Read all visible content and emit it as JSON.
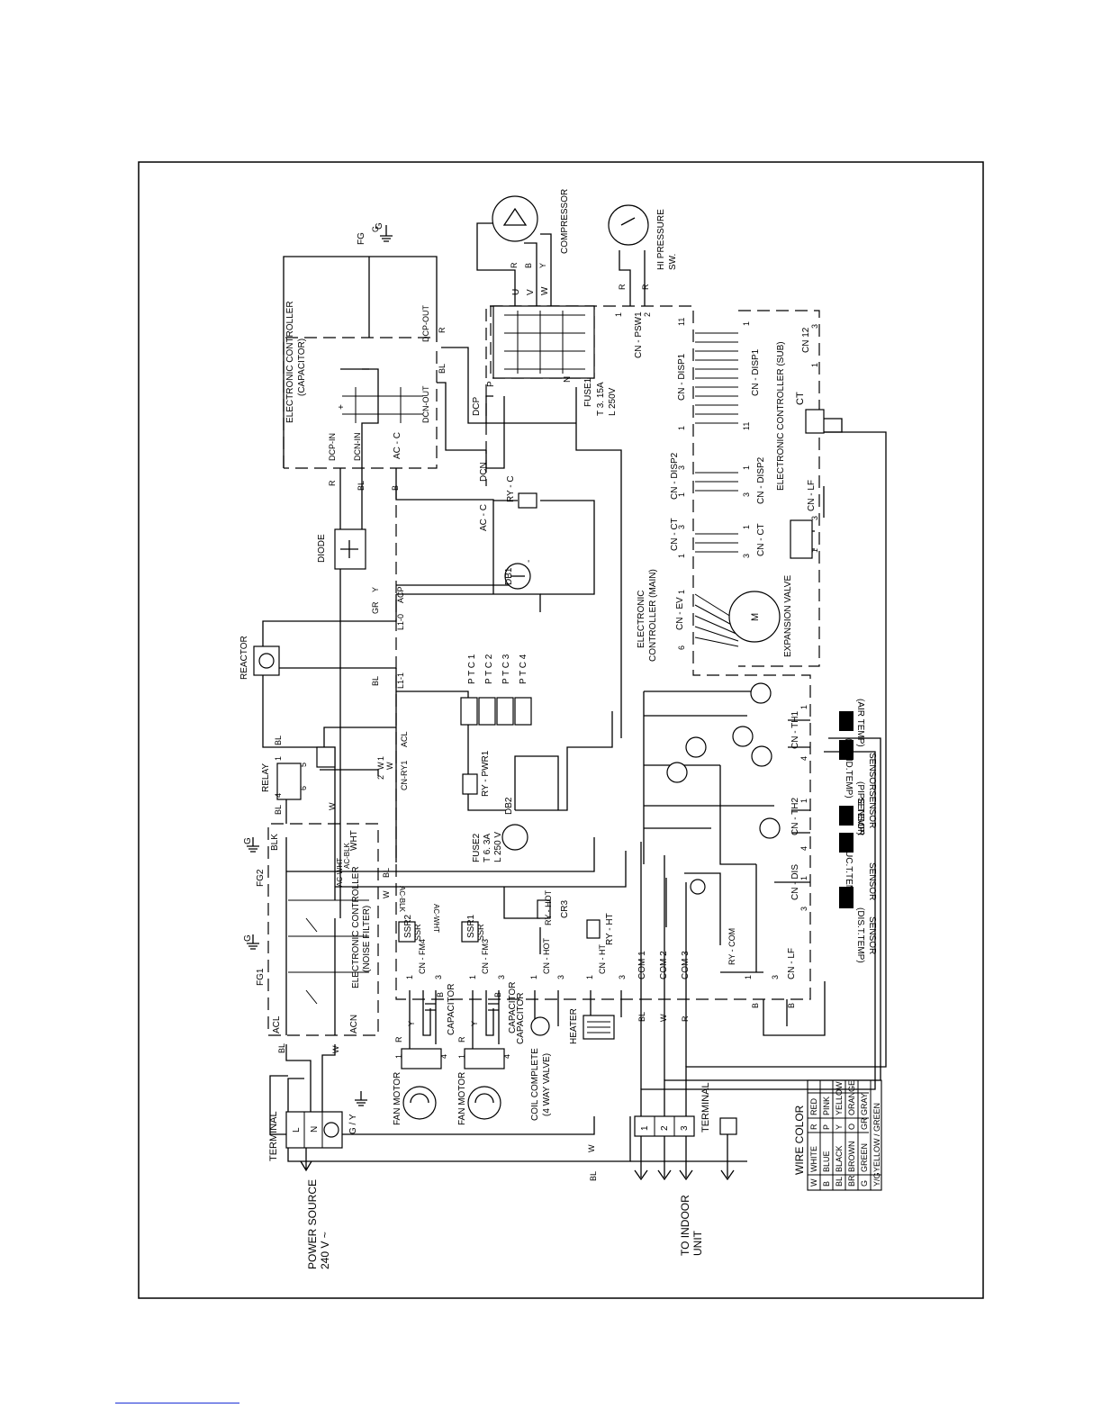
{
  "labels": {
    "power_source": "POWER SOURCE",
    "voltage": "240 V ~",
    "terminal_left": "TERMINAL",
    "terminal_right": "TERMINAL",
    "to_indoor": "TO INDOOR",
    "unit": "UNIT",
    "term_L": "L",
    "term_N": "N",
    "term_gy": "G / Y",
    "term_1": "1",
    "term_2": "2",
    "term_3": "3",
    "fan_motor_1": "FAN MOTOR",
    "fan_motor_2": "FAN MOTOR",
    "capacitor_1": "CAPACITOR",
    "capacitor_2": "CAPACITOR",
    "capacitor_3": "CAPACITOR",
    "coil_complete": "COIL COMPLETE",
    "four_way_valve": "(4 WAY VALVE)",
    "heater": "HEATER",
    "compressor": "COMPRESSOR",
    "hi_pressure": "HI PRESSURE",
    "sw": "SW.",
    "reactor": "REACTOR",
    "relay": "RELAY",
    "diode": "DIODE",
    "ec_capacitor": "ELECTRONIC CONTROLLER",
    "ec_capacitor_sub": "(CAPACITOR)",
    "ec_noise": "ELECTRONIC CONTROLLER",
    "ec_noise_sub": "(NOISE FILTER)",
    "ec_main": "ELECTRONIC",
    "ec_main_sub": "CONTROLLER (MAIN)",
    "ec_sub": "ELECTRONIC CONTROLLER (SUB)",
    "expansion_valve": "EXPANSION VALVE",
    "motor_m": "M",
    "fg": "FG",
    "fg1": "FG1",
    "fg2": "FG2",
    "g": "G",
    "acl": "ACL",
    "acn": "ACN",
    "ac_blk": "AC-BLK",
    "ac_wht": "AC-WHT",
    "blk": "BLK",
    "wht": "WHT",
    "dcp_in": "DCP-IN",
    "dcn_in": "DCN-IN",
    "dcp_out": "DCP-OUT",
    "dcn_out": "DCN-OUT",
    "ac_c": "AC - C",
    "ac_c2": "AC - C",
    "dcp": "DCP",
    "dcn": "DCN",
    "ry_c": "RY - C",
    "acp": "ACP",
    "l1_0": "L1-0",
    "l1_1": "L1-1",
    "db1": "DB1",
    "db2": "DB2",
    "fuse1": "FUSE1",
    "fuse1_rating": "T  3. 15A",
    "fuse1_v": "L  250V",
    "fuse2": "FUSE2",
    "fuse2_rating": "T  6. 3A",
    "fuse2_v": "L  250 V",
    "ptc1": "P T C 1",
    "ptc2": "P T C 2",
    "ptc3": "P T C 3",
    "ptc4": "P T C 4",
    "ry_pwr1": "RY - PWR1",
    "cn_ry1": "CN-RY1",
    "ssr1": "SSR1",
    "ssr2": "SSR2",
    "ssr": "SSR",
    "cn_fm4": "CN - FM4",
    "cn_fm3": "CN - FM3",
    "cn_hot": "CN - HOT",
    "cn_ht": "CN - HT",
    "ry_hot": "RY - HOT",
    "cr3": "CR3",
    "ry_ht": "RY - HT",
    "ry_com": "RY - COM",
    "com1": "COM 1",
    "com2": "COM 2",
    "com3": "COM 3",
    "cn_lf": "CN - LF",
    "cn_lf2": "CN - LF",
    "cn_dis": "CN - DIS",
    "cn_th1": "CN - TH1",
    "cn_th2": "CN - TH2",
    "cn_ev": "CN - EV",
    "cn_ct": "CN - CT",
    "cn_ct2": "CN - CT",
    "cn_disp2": "CN - DISP2",
    "cn_disp2b": "CN - DISP2",
    "cn_disp1": "CN - DISP1",
    "cn_disp1b": "CN - DISP1",
    "cn_psw1": "CN - PSW1",
    "cn12": "CN 12",
    "ct": "CT",
    "sensor_air": "SENSOR",
    "sensor_air_sub": "(AIR TEMP)",
    "sensor_cond": "SENSOR",
    "sensor_cond_sub": "(COND.TEMP)",
    "sensor_pipe": "SENSOR",
    "sensor_pipe_sub": "(PIPE TEMP)",
    "sensor_suc": "SENSOR",
    "sensor_suc_sub": "(SUC.T.TEMP)",
    "sensor_dis": "SENSOR",
    "sensor_dis_sub": "(DIS.T.TEMP)",
    "u": "U",
    "v": "V",
    "w": "W",
    "p": "P",
    "n": "N",
    "plus": "+",
    "minus": "-"
  },
  "wires": {
    "R": "R",
    "B": "B",
    "Y": "Y",
    "W": "W",
    "BL": "BL",
    "GR": "GR",
    "G": "G"
  },
  "pins": {
    "one": "1",
    "two": "2",
    "three": "3",
    "four": "4",
    "five": "5",
    "six": "6",
    "eleven": "11"
  },
  "wire_color_legend": {
    "title": "WIRE COLOR",
    "rows": [
      {
        "code1": "W",
        "name1": "WHITE",
        "code2": "R",
        "name2": "RED"
      },
      {
        "code1": "B",
        "name1": "BLUE",
        "code2": "P",
        "name2": "PINK"
      },
      {
        "code1": "BL",
        "name1": "BLACK",
        "code2": "Y",
        "name2": "YELLOW"
      },
      {
        "code1": "BR",
        "name1": "BROWN",
        "code2": "O",
        "name2": "ORANGE"
      },
      {
        "code1": "G",
        "name1": "GREEN",
        "code2": "GR",
        "name2": "GRAY"
      },
      {
        "code1": "Y/G",
        "name1": "YELLOW / GREEN",
        "code2": "",
        "name2": ""
      }
    ]
  }
}
